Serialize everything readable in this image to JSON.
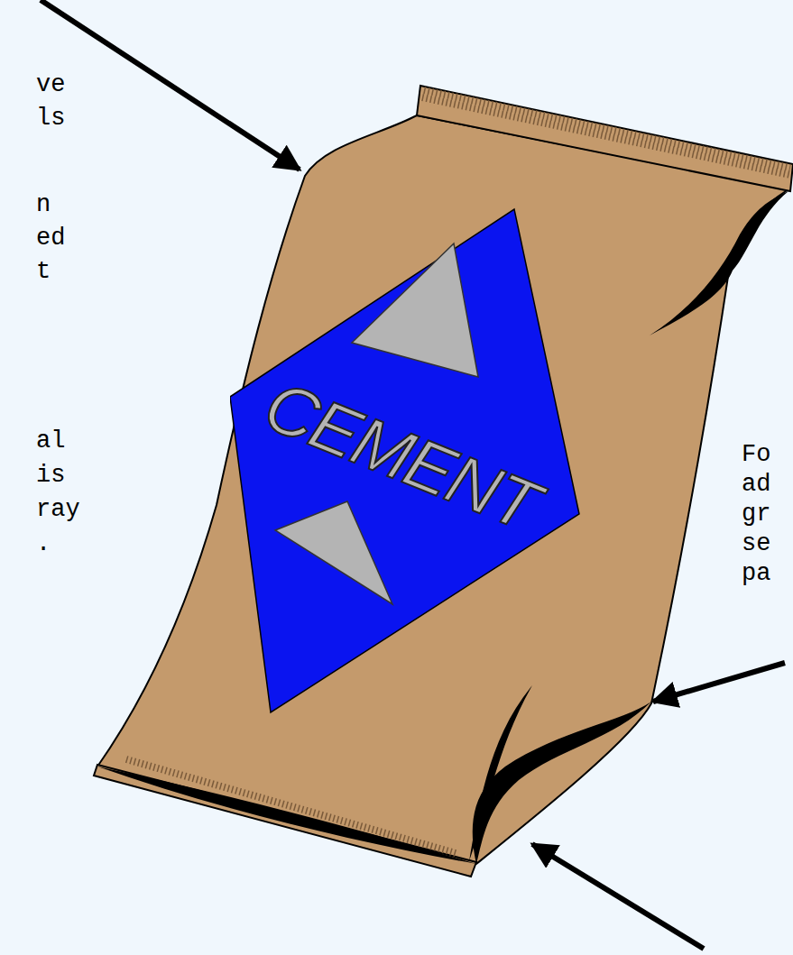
{
  "diagram": {
    "nodes": [
      {
        "text": [
          "CEMENT"
        ]
      }
    ],
    "labels": [
      "ve ls",
      "n ed t",
      "al is ray .",
      "Fo ad gr se pa"
    ]
  }
}
